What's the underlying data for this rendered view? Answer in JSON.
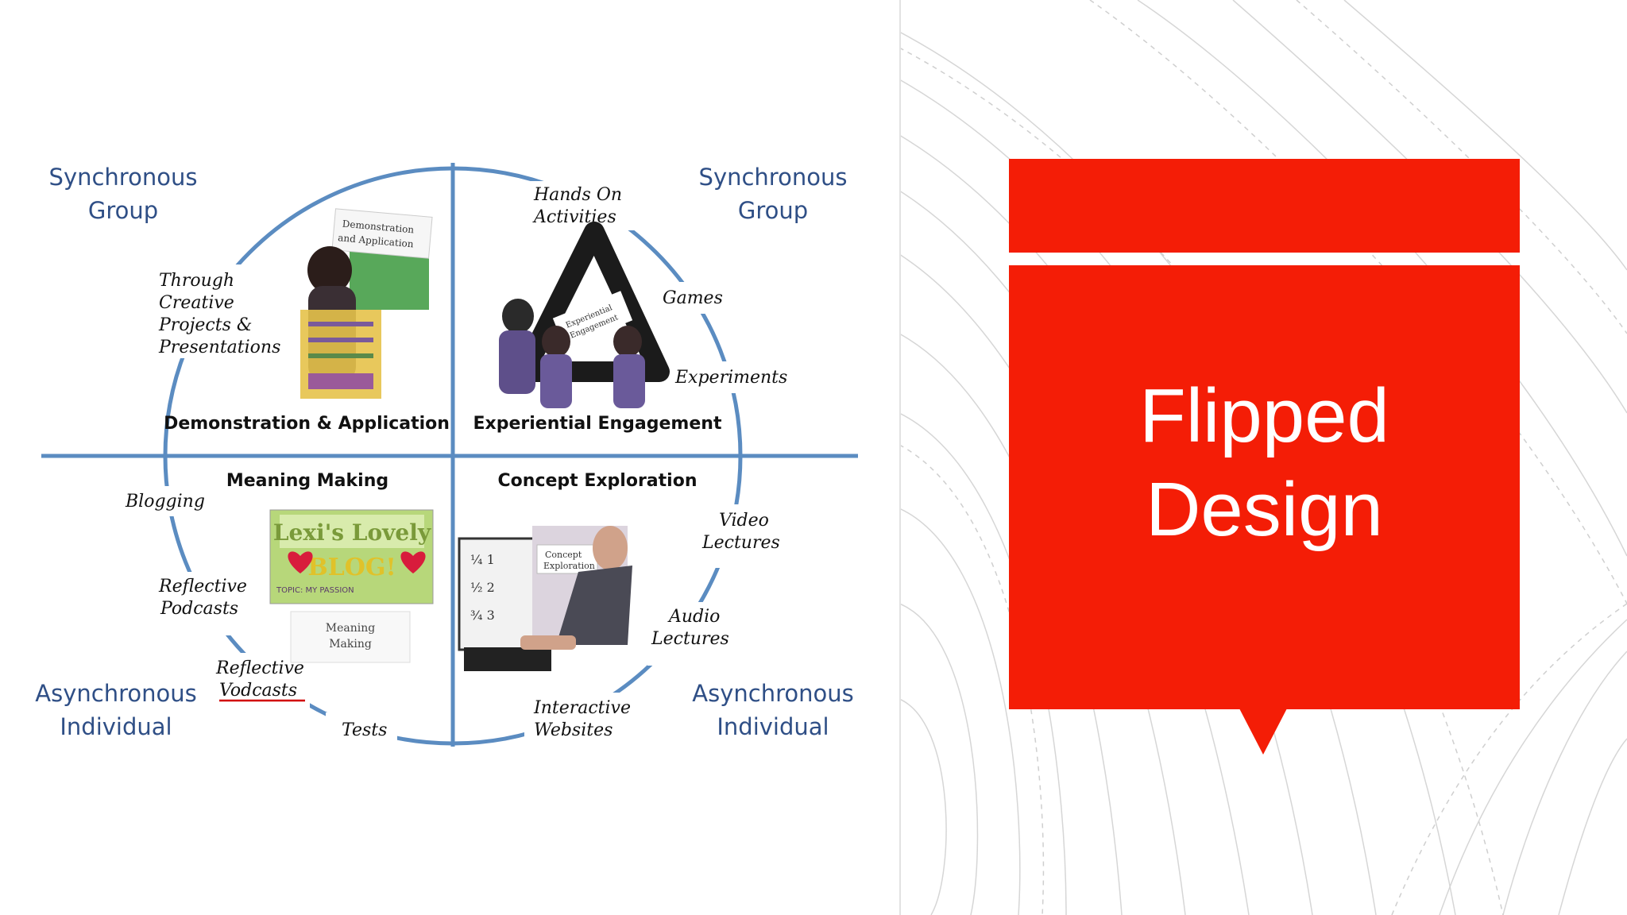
{
  "slide": {
    "title_line1": "Flipped",
    "title_line2": "Design",
    "accent_color": "#f41d06"
  },
  "diagram": {
    "corners": {
      "top_left": [
        "Synchronous",
        "Group"
      ],
      "top_right": [
        "Synchronous",
        "Group"
      ],
      "bottom_left": [
        "Asynchronous",
        "Individual"
      ],
      "bottom_right": [
        "Asynchronous",
        "Individual"
      ]
    },
    "quadrants": {
      "top_left": "Demonstration & Application",
      "top_right": "Experiential Engagement",
      "bottom_left": "Meaning Making",
      "bottom_right": "Concept Exploration"
    },
    "activities": {
      "tl": [
        "Through",
        "Creative",
        "Projects &",
        "Presentations"
      ],
      "tr_top": [
        "Hands On",
        "Activities"
      ],
      "tr_games": "Games",
      "tr_experiments": "Experiments",
      "bl_blogging": "Blogging",
      "bl_podcasts": [
        "Reflective",
        "Podcasts"
      ],
      "bl_vodcasts": [
        "Reflective",
        "Vodcasts"
      ],
      "bl_tests": "Tests",
      "br_video": [
        "Video",
        "Lectures"
      ],
      "br_audio": [
        "Audio",
        "Lectures"
      ],
      "br_web": [
        "Interactive",
        "Websites"
      ]
    },
    "photo_captions": {
      "demo": [
        "Demonstration",
        "and Application"
      ],
      "triangle": [
        "Experiential",
        "Engagement"
      ],
      "blog": [
        "Lexi's Lovely",
        "BLOG!"
      ],
      "blog_sub": "TOPIC: MY PASSION",
      "meaning": [
        "Meaning",
        "Making"
      ],
      "concept": [
        "Concept",
        "Exploration"
      ]
    }
  }
}
